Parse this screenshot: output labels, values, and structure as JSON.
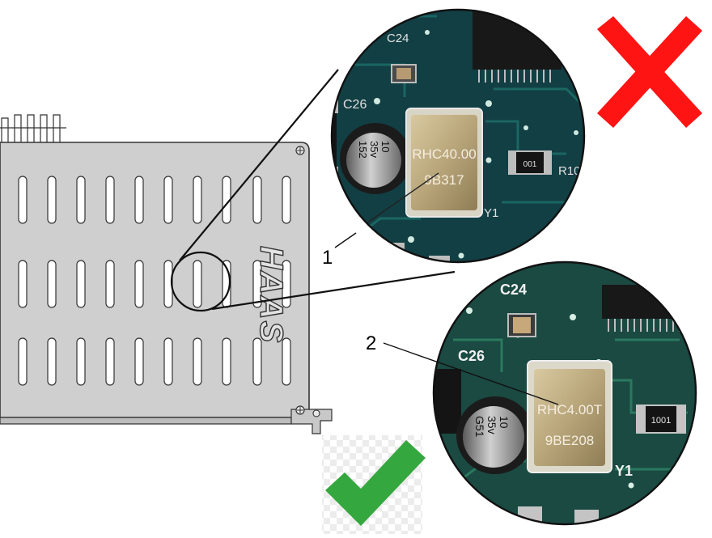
{
  "callouts": {
    "one": "1",
    "two": "2"
  },
  "board": {
    "logo": "HAAS"
  },
  "top_magnifier": {
    "crystal_line1": "RHC40.00",
    "crystal_line2": "9B317",
    "cap_label": "C26",
    "cap_text": [
      "10",
      "35v",
      "152"
    ],
    "ref_c24": "C24",
    "ref_y1": "Y1",
    "ref_r10": "R10",
    "resistor_code": "001"
  },
  "bottom_magnifier": {
    "crystal_line1": "RHC4.00T",
    "crystal_line2": "9BE208",
    "cap_label": "C26",
    "cap_text": [
      "10",
      "35v",
      "G51"
    ],
    "ref_c24": "C24",
    "ref_y1": "Y1",
    "resistor_code": "1001"
  },
  "status": {
    "wrong_icon": "red-x-icon",
    "correct_icon": "green-check-icon",
    "wrong_color": "#ff1414",
    "correct_color": "#35a73f",
    "pcb_color": "#0f3d3d"
  }
}
